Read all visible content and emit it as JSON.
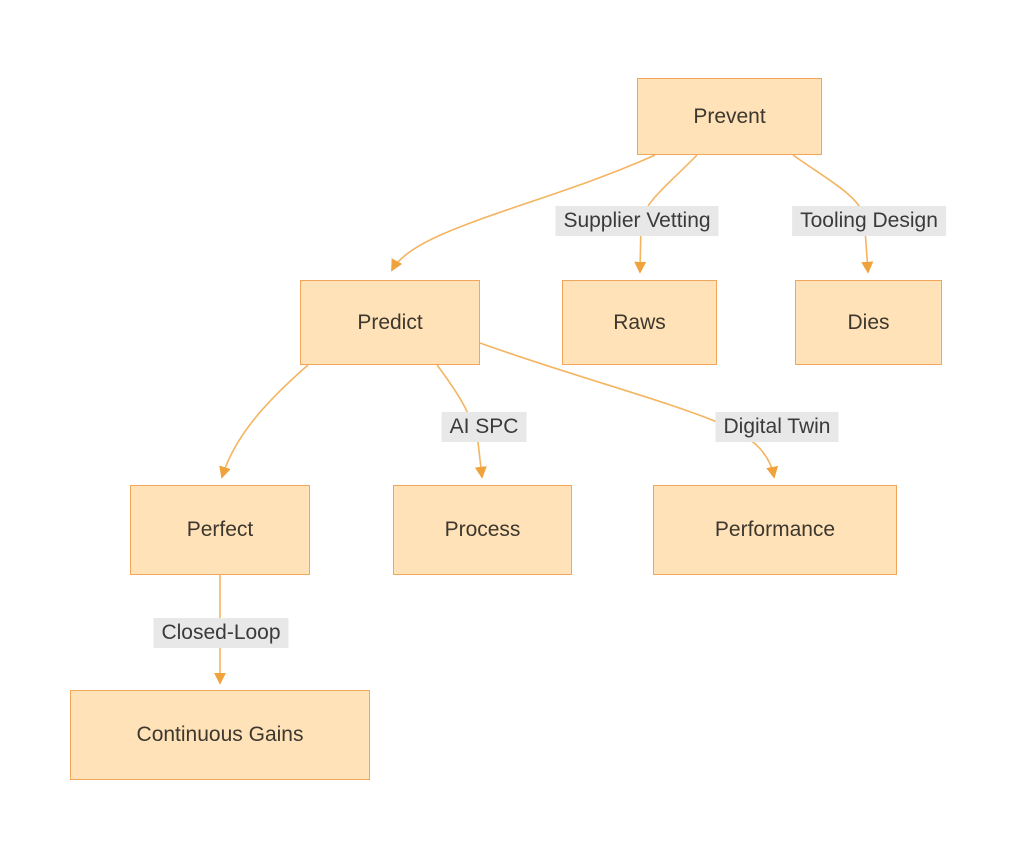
{
  "diagram": {
    "type": "flowchart",
    "direction": "top-down",
    "nodes": {
      "prevent": {
        "label": "Prevent"
      },
      "predict": {
        "label": "Predict"
      },
      "raws": {
        "label": "Raws"
      },
      "dies": {
        "label": "Dies"
      },
      "perfect": {
        "label": "Perfect"
      },
      "process": {
        "label": "Process"
      },
      "performance": {
        "label": "Performance"
      },
      "continuous_gains": {
        "label": "Continuous Gains"
      }
    },
    "edges": [
      {
        "from": "Prevent",
        "to": "Predict",
        "label": ""
      },
      {
        "from": "Prevent",
        "to": "Raws",
        "label": "Supplier Vetting"
      },
      {
        "from": "Prevent",
        "to": "Dies",
        "label": "Tooling Design"
      },
      {
        "from": "Predict",
        "to": "Perfect",
        "label": ""
      },
      {
        "from": "Predict",
        "to": "Process",
        "label": "AI SPC"
      },
      {
        "from": "Predict",
        "to": "Performance",
        "label": "Digital Twin"
      },
      {
        "from": "Perfect",
        "to": "Continuous Gains",
        "label": "Closed-Loop"
      }
    ]
  },
  "colors": {
    "node-fill": "#ffe2b8",
    "node-border": "#f2a65a",
    "node-text": "#3d372e",
    "edge-line": "#f4b460",
    "edge-arrow": "#f0a23c",
    "label-bg": "#e8e8e8",
    "label-text": "#3a3a3a",
    "canvas-bg": "#ffffff"
  }
}
